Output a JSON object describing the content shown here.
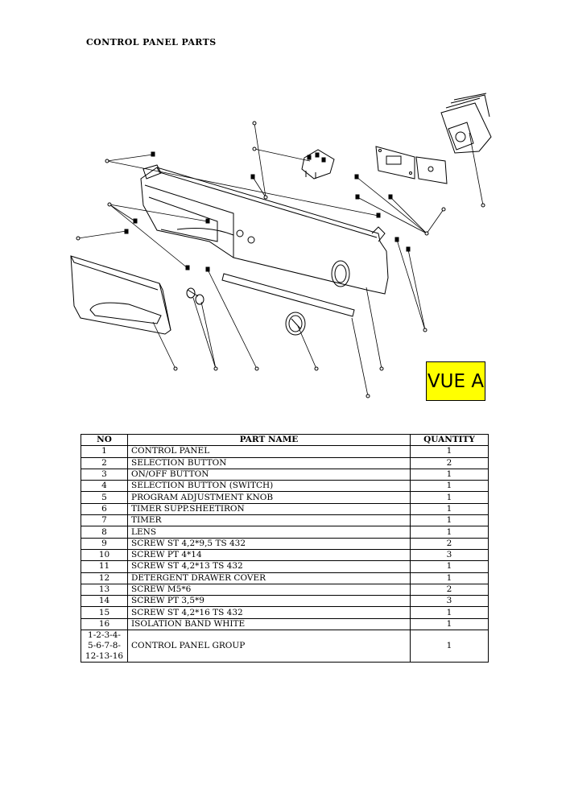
{
  "page_title": "CONTROL PANEL PARTS",
  "view_label": "VUE A",
  "table": {
    "headers": {
      "no": "NO",
      "part_name": "PART NAME",
      "quantity": "QUANTITY"
    },
    "rows": [
      {
        "no": "1",
        "name": "CONTROL PANEL",
        "qty": "1"
      },
      {
        "no": "2",
        "name": "SELECTION BUTTON",
        "qty": "2"
      },
      {
        "no": "3",
        "name": "ON/OFF BUTTON",
        "qty": "1"
      },
      {
        "no": "4",
        "name": "SELECTION BUTTON (SWITCH)",
        "qty": "1"
      },
      {
        "no": "5",
        "name": "PROGRAM ADJUSTMENT KNOB",
        "qty": "1"
      },
      {
        "no": "6",
        "name": "TIMER SUPP.SHEETIRON",
        "qty": "1"
      },
      {
        "no": "7",
        "name": "TIMER",
        "qty": "1"
      },
      {
        "no": "8",
        "name": "LENS",
        "qty": "1"
      },
      {
        "no": "9",
        "name": "SCREW ST 4,2*9,5 TS 432",
        "qty": "2"
      },
      {
        "no": "10",
        "name": "SCREW PT 4*14",
        "qty": "3"
      },
      {
        "no": "11",
        "name": "SCREW ST 4,2*13 TS 432",
        "qty": "1"
      },
      {
        "no": "12",
        "name": "DETERGENT DRAWER COVER",
        "qty": "1"
      },
      {
        "no": "13",
        "name": "SCREW M5*6",
        "qty": "2"
      },
      {
        "no": "14",
        "name": "SCREW PT 3,5*9",
        "qty": "3"
      },
      {
        "no": "15",
        "name": "SCREW ST 4,2*16 TS 432",
        "qty": "1"
      },
      {
        "no": "16",
        "name": "ISOLATION BAND WHITE",
        "qty": "1"
      }
    ],
    "group_row": {
      "no_lines": [
        "1-2-3-4-",
        "5-6-7-8-",
        "12-13-16"
      ],
      "name": "CONTROL PANEL GROUP",
      "qty": "1"
    }
  },
  "colors": {
    "view_label_bg": "#ffff00",
    "line": "#000000"
  }
}
